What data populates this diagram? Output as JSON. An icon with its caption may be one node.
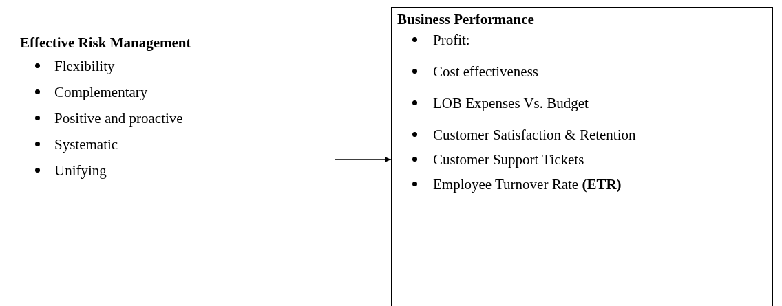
{
  "diagram": {
    "nodes": [
      {
        "text": [
          "Effective Risk Management",
          "Flexibility",
          "Complementary",
          "Positive and proactive",
          "Systematic",
          "Unifying"
        ]
      },
      {
        "text": [
          "Business Performance",
          "Profit:",
          "Cost effectiveness",
          "LOB Expenses Vs. Budget",
          "Customer Satisfaction & Retention",
          "Customer Support Tickets",
          "Employee Turnover Rate **(ETR)**"
        ]
      }
    ],
    "edges": [
      {
        "from": 0,
        "to": 1,
        "arrow": "to"
      }
    ]
  }
}
